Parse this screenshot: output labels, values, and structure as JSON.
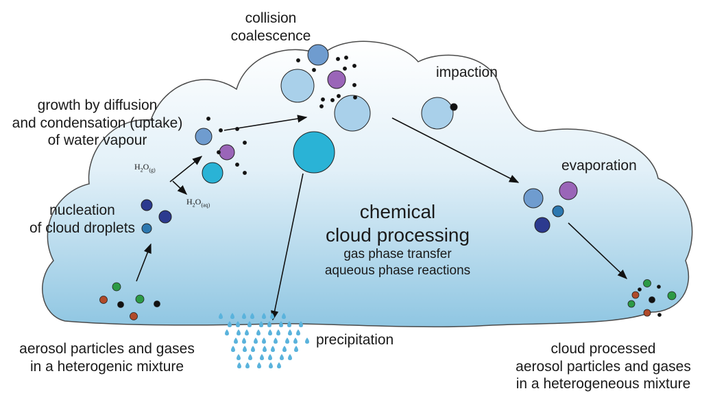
{
  "labels": {
    "collision_line1": "collision",
    "collision_line2": "coalescence",
    "impaction": "impaction",
    "growth_line1": "growth by diffusion",
    "growth_line2": "and condensation (uptake)",
    "growth_line3": "of water vapour",
    "evaporation": "evaporation",
    "nucleation_line1": "nucleation",
    "nucleation_line2": "of cloud droplets",
    "center_title_line1": "chemical",
    "center_title_line2": "cloud processing",
    "center_sub_line1": "gas phase transfer",
    "center_sub_line2": "aqueous phase reactions",
    "precipitation": "precipitation",
    "aerosol_left_line1": "aerosol particles and gases",
    "aerosol_left_line2": "in a heterogenic mixture",
    "aerosol_right_line1": "cloud processed",
    "aerosol_right_line2": "aerosol particles and gases",
    "aerosol_right_line3": "in a heterogeneous mixture"
  },
  "chemistry": {
    "gas_main": "H",
    "gas_sub_2": "2",
    "gas_o": "O",
    "gas_phase": "(g)",
    "aq_main": "H",
    "aq_sub_2": "2",
    "aq_o": "O",
    "aq_phase": "(aq)"
  },
  "colors": {
    "cloud_top": "#ffffff",
    "cloud_bottom": "#8fc6e2",
    "light_droplet": "#a9d0ea",
    "medium_droplet": "#6f9ccf",
    "cyan_droplet": "#2ab3d6",
    "dark_blue_particle": "#2c3a8f",
    "purple_droplet": "#9a65b8",
    "green_particle": "#2c9a45",
    "red_particle": "#b04a2a",
    "black_particle": "#111111",
    "rain_drop": "#5ab3dc"
  }
}
